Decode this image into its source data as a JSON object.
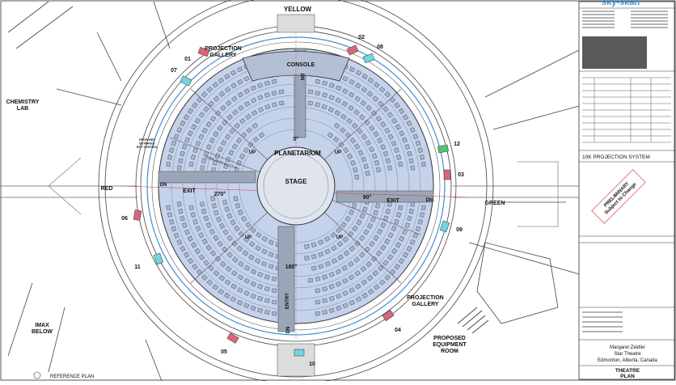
{
  "plan": {
    "labels": {
      "yellow": "YELLOW",
      "red": "RED",
      "green": "GREEN",
      "planetarium": "PLANETARIUM",
      "stage": "STAGE",
      "console": "CONSOLE",
      "exit": "EXIT",
      "entry": "ENTRY",
      "up": "UP",
      "dn": "DN",
      "projection_gallery": "PROJECTION\nGALLERY",
      "chemistry_lab": "CHEMISTRY\nLAB",
      "imax_below": "IMAX\nBELOW",
      "equipment_room": "PROPOSED\nEQUIPMENT\nROOM",
      "reference_plan": "REFERENCE PLAN",
      "dome_radius": "DOME RADIUS 11.5 M",
      "proposed_entrance": "PROPOSED\nENTRANCE\nEXIT CONTROL"
    },
    "angles": {
      "a0": "0°",
      "a90": "90°",
      "a180": "180°",
      "a270": "270°"
    },
    "projectors": [
      {
        "num": "01",
        "color": "#d9667c"
      },
      {
        "num": "02",
        "color": "#d9667c"
      },
      {
        "num": "03",
        "color": "#d9667c"
      },
      {
        "num": "04",
        "color": "#d9667c"
      },
      {
        "num": "05",
        "color": "#d9667c"
      },
      {
        "num": "06",
        "color": "#d9667c"
      },
      {
        "num": "07",
        "color": "#6fd6e0"
      },
      {
        "num": "08",
        "color": "#6fd6e0"
      },
      {
        "num": "09",
        "color": "#6fd6e0"
      },
      {
        "num": "10",
        "color": "#6fd6e0"
      },
      {
        "num": "11",
        "color": "#6fd6e0"
      },
      {
        "num": "12",
        "color": "#4fc474"
      }
    ]
  },
  "title_block": {
    "logo": "sky-skan",
    "system": "10K PROJECTION SYSTEM",
    "stamp": "PRELIMINARY\nSubject to Change",
    "project_line1": "Margaret Zeidler",
    "project_line2": "Star Theatre",
    "project_line3": "Edmonton, Alberta, Canada",
    "sheet_title": "THEATRE\nPLAN"
  },
  "colors": {
    "floor": "#c4d2ea",
    "blue_ring": "#3f8fd6",
    "line": "#333333"
  }
}
